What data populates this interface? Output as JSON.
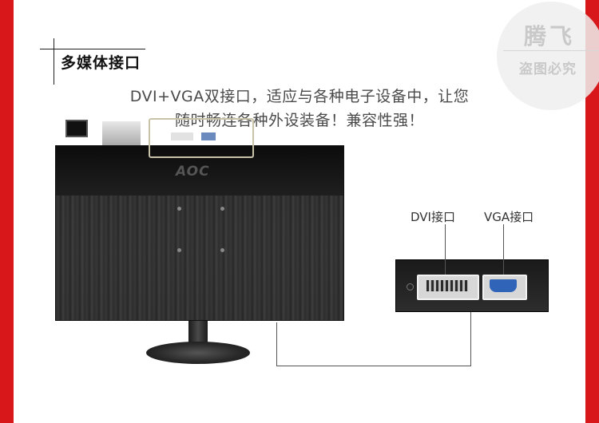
{
  "section": {
    "title": "多媒体接口"
  },
  "description": {
    "line1": "DVI+VGA双接口，适应与各种电子设备中，让您",
    "line2": "随时畅连各种外设装备！兼容性强！"
  },
  "watermark": {
    "line1": "腾飞",
    "line2": "盗图必究"
  },
  "monitor": {
    "brand": "AOC"
  },
  "ports": {
    "dvi_label": "DVI接口",
    "vga_label": "VGA接口"
  },
  "colors": {
    "accent_red": "#d8171a",
    "vga_blue": "#2f64b8"
  }
}
